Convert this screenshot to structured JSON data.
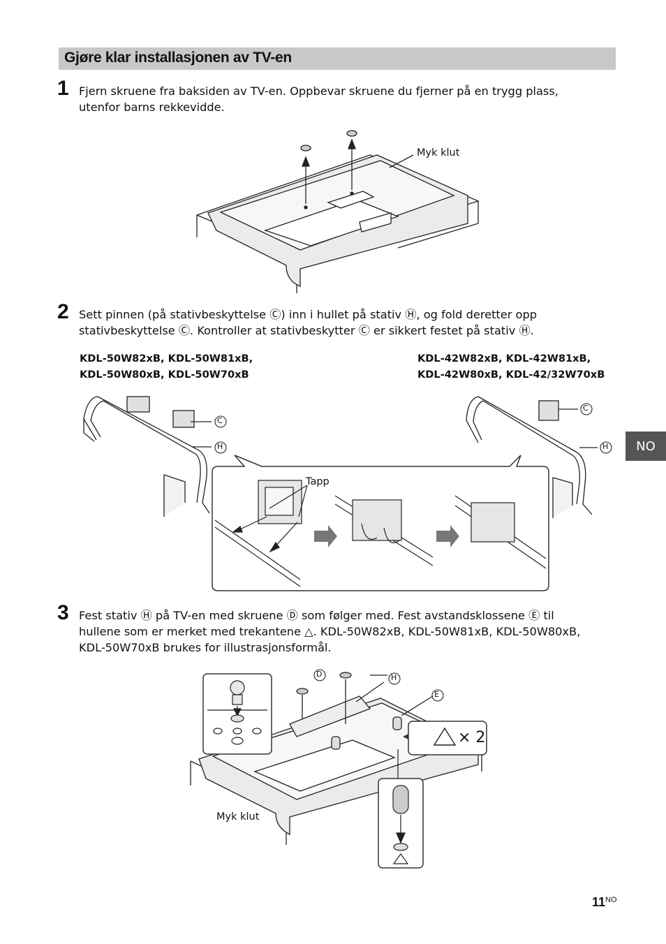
{
  "section": {
    "title": "Gjøre klar installasjonen av TV-en"
  },
  "steps": [
    {
      "number": "1",
      "lines": [
        "Fjern skruene fra baksiden av TV-en. Oppbevar skruene du fjerner på en trygg plass,",
        "utenfor barns rekkevidde."
      ]
    },
    {
      "number": "2",
      "lines": [
        "Sett pinnen (på stativbeskyttelse Ⓒ) inn i hullet på stativ Ⓗ, og fold deretter opp",
        "stativbeskyttelse Ⓒ. Kontroller at stativbeskytter Ⓒ er sikkert festet på stativ Ⓗ."
      ]
    },
    {
      "number": "3",
      "lines": [
        "Fest stativ Ⓗ på TV-en med skruene Ⓓ som følger med. Fest avstandsklossene Ⓔ til",
        "hullene som er merket med trekantene △. KDL-50W82xB, KDL-50W81xB, KDL-50W80xB,",
        "KDL-50W70xB brukes for illustrasjonsformål."
      ]
    }
  ],
  "figure1": {
    "cloth_label": "Myk klut"
  },
  "figure2": {
    "models_left": [
      "KDL-50W82xB, KDL-50W81xB,",
      "KDL-50W80xB, KDL-50W70xB"
    ],
    "models_right": [
      "KDL-42W82xB, KDL-42W81xB,",
      "KDL-42W80xB, KDL-42/32W70xB"
    ],
    "label_c": "C",
    "label_h": "H",
    "tab_label": "Tapp"
  },
  "figure3": {
    "label_d": "D",
    "label_h": "H",
    "label_e": "E",
    "count_label": "× 2",
    "cloth_label": "Myk klut"
  },
  "side_tab": "NO",
  "page": {
    "number": "11",
    "suffix": "NO"
  }
}
